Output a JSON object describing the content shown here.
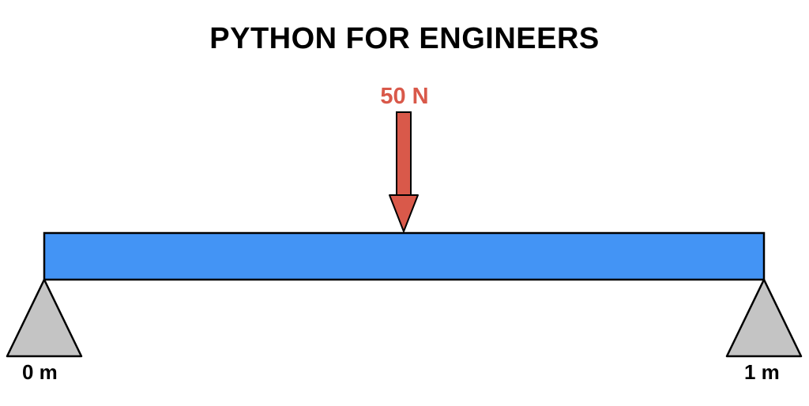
{
  "title": "PYTHON FOR ENGINEERS",
  "load": {
    "label": "50 N",
    "color": "#d9594a"
  },
  "beam": {
    "color": "#4394f5",
    "outline": "#000000"
  },
  "supports": {
    "color": "#c4c4c4",
    "left_label": "0 m",
    "right_label": "1 m"
  }
}
